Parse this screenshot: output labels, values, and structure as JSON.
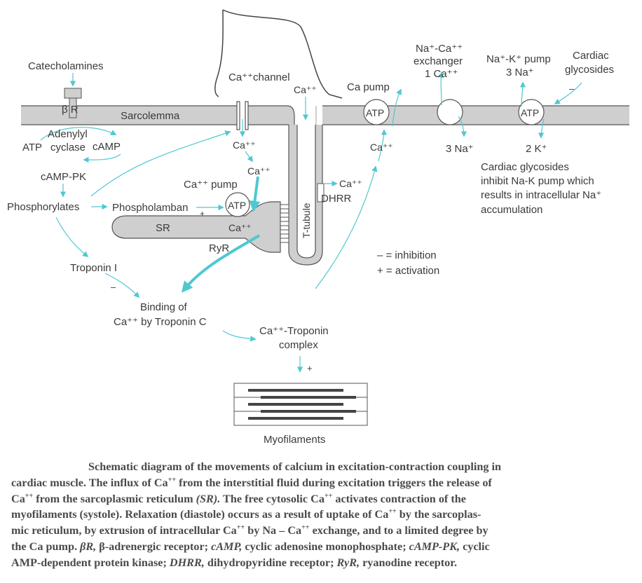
{
  "diagram": {
    "labels": {
      "catecholamines": "Catecholamines",
      "beta_r": "β R",
      "atp_left": "ATP",
      "adenylyl": "Adenylyl",
      "cyclase": "cyclase",
      "camp": "cAMP",
      "camp_pk": "cAMP-PK",
      "phosphorylates": "Phosphorylates",
      "phospholamban": "Phospholamban",
      "plus_phospholamban": "+",
      "sarcolemma": "Sarcolemma",
      "ca_channel": "Ca⁺⁺channel",
      "ca_ttubule_top": "Ca⁺⁺",
      "ca_below_channel": "Ca⁺⁺",
      "ca_lower": "Ca⁺⁺",
      "ca_pump_sr": "Ca⁺⁺ pump",
      "atp_sr": "ATP",
      "sr": "SR",
      "ca_in_sr": "Ca⁺⁺",
      "ryr": "RyR",
      "t_tubule": "T-tubule",
      "ca_dhrr": "Ca⁺⁺",
      "dhrr": "DHRR",
      "ca_pump_membrane": "Ca pump",
      "atp_membrane_1": "ATP",
      "atp_membrane_2": "ATP",
      "ca_exchanger_1": "Na⁺-Ca⁺⁺",
      "ca_exchanger_2": "exchanger",
      "ca_exchanger_3": "1 Ca⁺⁺",
      "nak_pump_1": "Na⁺-K⁺ pump",
      "nak_pump_2": "3 Na⁺",
      "glycosides_1": "Cardiac",
      "glycosides_2": "glycosides",
      "minus_glycosides": "–",
      "ca_right": "Ca⁺⁺",
      "three_na": "3 Na⁺",
      "two_k": "2 K⁺",
      "note_1": "Cardiac glycosides",
      "note_2": "inhibit Na-K pump which",
      "note_3": "results in intracellular Na⁺",
      "note_4": "accumulation",
      "legend_inhibition": "– = inhibition",
      "legend_activation": "+ = activation",
      "troponin_i": "Troponin I",
      "minus_troponin": "–",
      "binding_1": "Binding of",
      "binding_2": "Ca⁺⁺ by Troponin C",
      "complex_1": "Ca⁺⁺-Troponin",
      "complex_2": "complex",
      "plus_complex": "+",
      "myofilaments": "Myofilaments"
    },
    "colors": {
      "arrow": "#4fc8d0",
      "membrane_fill": "#cfcfcf",
      "membrane_stroke": "#555555",
      "text": "#3a3a3a"
    }
  },
  "caption": {
    "lines": [
      [
        "Schematic diagram of the movements of calcium in excitation-contraction coupling in"
      ],
      [
        "cardiac muscle. The influx of Ca",
        "++",
        " from the interstitial fluid during excitation triggers the release of"
      ],
      [
        "Ca",
        "++",
        " from the sarcoplasmic reticulum ",
        "(SR).",
        " The free cytosolic Ca",
        "++",
        " activates contraction of the"
      ],
      [
        "myofilaments (systole). Relaxation (diastole) occurs as a result of uptake of Ca",
        "++",
        " by the sarcoplas-"
      ],
      [
        "mic reticulum, by extrusion of intracellular Ca",
        "++",
        " by Na – Ca",
        "++",
        " exchange, and to a limited degree by"
      ],
      [
        "the Ca pump. ",
        "βR,",
        " β-adrenergic receptor; ",
        "cAMP,",
        " cyclic adenosine monophosphate; ",
        "cAMP-PK,",
        " cyclic"
      ],
      [
        "AMP-dependent protein kinase; ",
        "DHRR,",
        " dihydropyridine receptor; ",
        "RyR,",
        " ryanodine receptor."
      ]
    ]
  }
}
